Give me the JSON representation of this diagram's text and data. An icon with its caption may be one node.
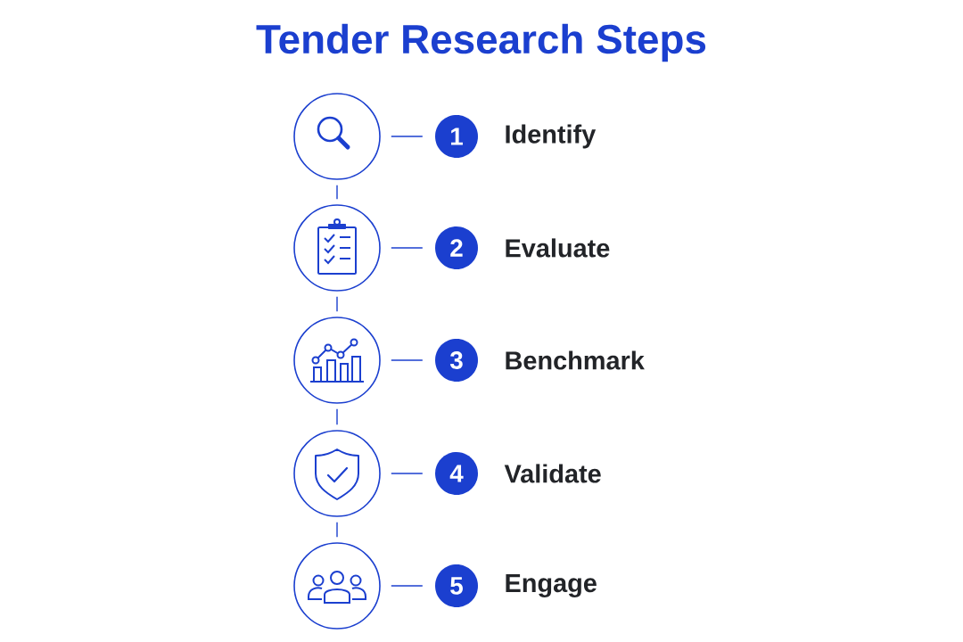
{
  "diagram": {
    "title": "Tender Research Steps",
    "nodes": [
      {
        "text": [],
        "shape": "circle"
      },
      {
        "text": [
          "1"
        ],
        "beside": [
          "Identify"
        ]
      },
      {
        "text": [],
        "shape": "circle"
      },
      {
        "text": [
          "2"
        ],
        "beside": [
          "Evaluate"
        ]
      },
      {
        "text": [],
        "shape": "circle"
      },
      {
        "text": [
          "3"
        ],
        "beside": [
          "Benchmark"
        ]
      },
      {
        "text": [],
        "shape": "circle"
      },
      {
        "text": [
          "4"
        ],
        "beside": [
          "Validate"
        ]
      },
      {
        "text": [],
        "shape": "circle"
      },
      {
        "text": [
          "5"
        ],
        "beside": [
          "Engage"
        ]
      }
    ],
    "edges": [
      {
        "from": 0,
        "to": 1,
        "arrow": "none"
      },
      {
        "from": 0,
        "to": 2,
        "arrow": "none"
      },
      {
        "from": 2,
        "to": 3,
        "arrow": "none"
      },
      {
        "from": 2,
        "to": 4,
        "arrow": "none"
      },
      {
        "from": 4,
        "to": 5,
        "arrow": "none"
      },
      {
        "from": 4,
        "to": 6,
        "arrow": "none"
      },
      {
        "from": 6,
        "to": 7,
        "arrow": "none"
      },
      {
        "from": 6,
        "to": 8,
        "arrow": "none"
      },
      {
        "from": 8,
        "to": 9,
        "arrow": "none"
      }
    ]
  }
}
